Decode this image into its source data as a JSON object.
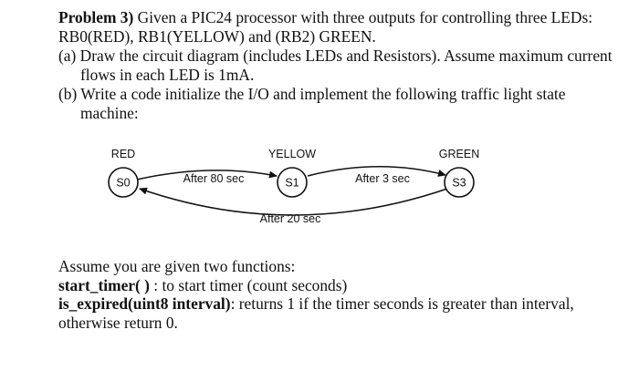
{
  "problem": {
    "heading": "Problem 3)",
    "intro": " Given a PIC24 processor with three outputs for controlling three LEDs: RB0(RED), RB1(YELLOW) and (RB2) GREEN.",
    "part_a": "(a) Draw the circuit diagram (includes LEDs and Resistors). Assume maximum current flows in each LED is 1mA.",
    "part_b": "(b) Write a code initialize the I/O and implement the following traffic light  state machine:"
  },
  "diagram": {
    "states": [
      {
        "id": "S0",
        "label": "RED"
      },
      {
        "id": "S1",
        "label": "YELLOW"
      },
      {
        "id": "S3",
        "label": "GREEN"
      }
    ],
    "transitions": [
      {
        "from": "S0",
        "to": "S1",
        "label": "After 80 sec"
      },
      {
        "from": "S1",
        "to": "S3",
        "label": "After 3 sec"
      },
      {
        "from": "S3",
        "to": "S0",
        "label": "After 20 sec"
      }
    ]
  },
  "assumptions": {
    "intro": "Assume you are given two functions:",
    "functions": [
      {
        "name": "start_timer( )",
        "desc": " :  to start timer (count seconds)"
      },
      {
        "name": "is_expired(uint8 interval)",
        "desc": ": returns 1 if the  timer seconds is greater than interval, otherwise return 0."
      }
    ]
  }
}
